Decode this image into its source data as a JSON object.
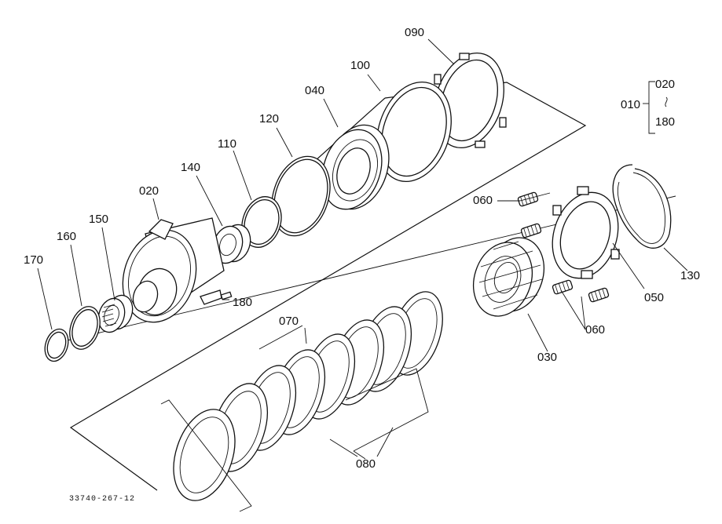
{
  "drawing_number": "33740-267-12",
  "callouts": {
    "c010": "010",
    "c020_range": "020",
    "c180_range": "180",
    "c090": "090",
    "c100": "100",
    "c040": "040",
    "c120": "120",
    "c110": "110",
    "c140": "140",
    "c020": "020",
    "c150": "150",
    "c160": "160",
    "c170": "170",
    "c180": "180",
    "c060_top": "060",
    "c060_bottom": "060",
    "c130": "130",
    "c050": "050",
    "c030": "030",
    "c070": "070",
    "c080": "080"
  }
}
